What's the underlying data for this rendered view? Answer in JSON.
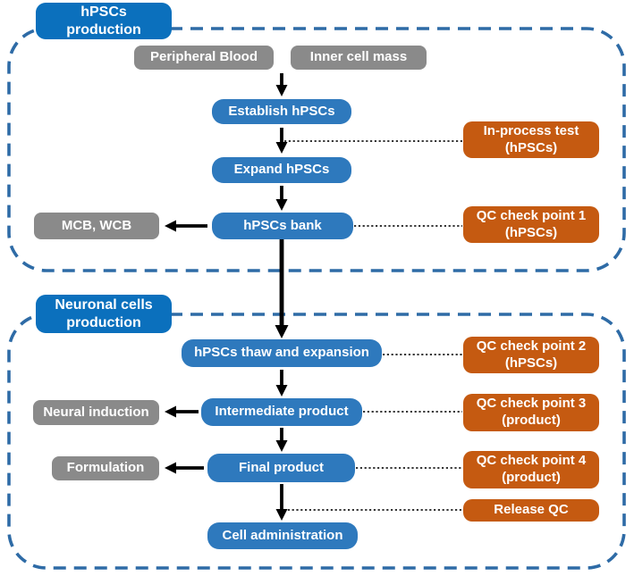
{
  "colors": {
    "header_blue": "#0b70bd",
    "process_blue": "#2e79bd",
    "gray": "#8a8a8a",
    "orange": "#c55a11",
    "border_blue": "#2e6ba6",
    "connector_black": "#1a1a1a"
  },
  "diagram": {
    "section1": {
      "title": "hPSCs\nproduction",
      "nodes": {
        "peripheral_blood": "Peripheral Blood",
        "inner_cell_mass": "Inner cell mass",
        "establish_hpscs": "Establish hPSCs",
        "in_process_test": "In-process test\n(hPSCs)",
        "expand_hpscs": "Expand hPSCs",
        "mcb_wcb": "MCB, WCB",
        "hpscs_bank": "hPSCs bank",
        "qc_check_point_1": "QC check point 1\n(hPSCs)"
      }
    },
    "section2": {
      "title": "Neuronal cells\nproduction",
      "nodes": {
        "thaw_expansion": "hPSCs thaw and expansion",
        "qc_check_point_2": "QC check point 2\n(hPSCs)",
        "neural_induction": "Neural induction",
        "intermediate_product": "Intermediate product",
        "qc_check_point_3": "QC check point 3\n(product)",
        "formulation": "Formulation",
        "final_product": "Final product",
        "qc_check_point_4": "QC check point 4\n(product)",
        "cell_administration": "Cell administration",
        "release_qc": "Release QC"
      }
    }
  }
}
